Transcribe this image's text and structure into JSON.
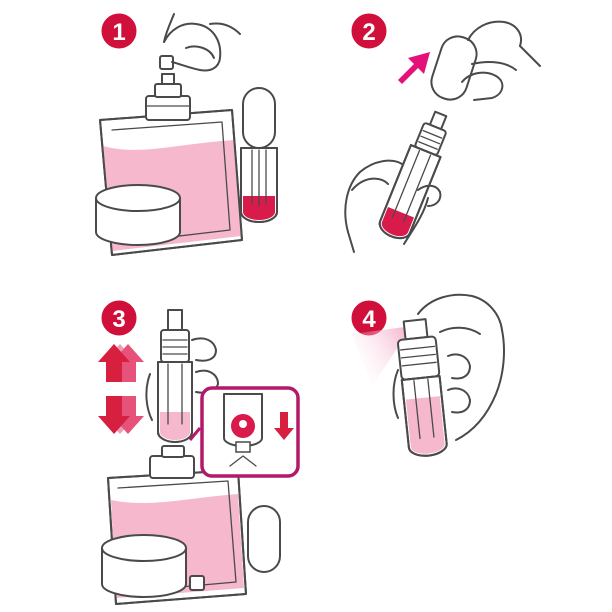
{
  "steps": [
    {
      "number": "1"
    },
    {
      "number": "2"
    },
    {
      "number": "3"
    },
    {
      "number": "4"
    }
  ],
  "colors": {
    "badge": "#d0103a",
    "liquid": "#f5b8cd",
    "liquid_dark": "#d81b4a",
    "arrow_magenta": "#e3127a",
    "arrow_red": "#d71f3f",
    "zoom_frame": "#b3186a",
    "line": "#4a4a4a"
  },
  "icons": [
    "perfume-bottle-icon",
    "atomizer-icon",
    "hand-icon",
    "cap-icon",
    "spray-mist-icon",
    "up-down-arrow-icon",
    "down-arrow-icon"
  ]
}
